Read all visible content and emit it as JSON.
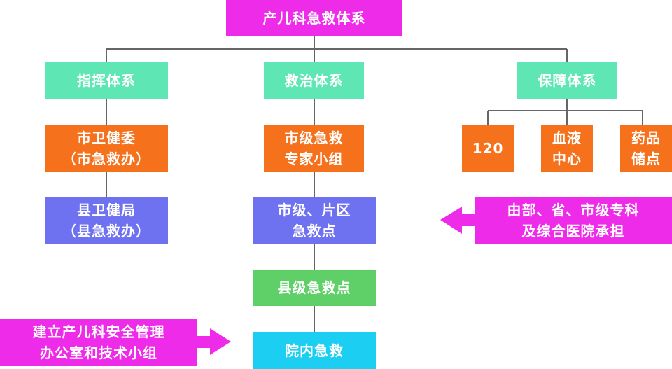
{
  "diagram": {
    "root": {
      "label": "产儿科急救体系"
    },
    "branches": {
      "command": {
        "label": "指挥体系",
        "children": [
          "市卫健委\n（市急救办）",
          "县卫健局\n（县急救办）"
        ]
      },
      "rescue": {
        "label": "救治体系",
        "children": [
          "市级急救\n专家小组",
          "市级、片区\n急救点",
          "县级急救点",
          "院内急救"
        ]
      },
      "support": {
        "label": "保障体系",
        "children": [
          "120",
          "血液\n中心",
          "药品\n储点"
        ]
      }
    },
    "notes": {
      "support_note": "由部、省、市级专科\n及综合医院承担",
      "hospital_note": "建立产儿科安全管理\n办公室和技术小组"
    }
  },
  "colors": {
    "root": "#ee2be9",
    "branch": "#5fe6b5",
    "level1": "#f5711c",
    "level2": "#6e71f0",
    "county": "#5fd067",
    "hospital": "#1ccff2",
    "note": "#ee2be9",
    "line": "#666666"
  }
}
